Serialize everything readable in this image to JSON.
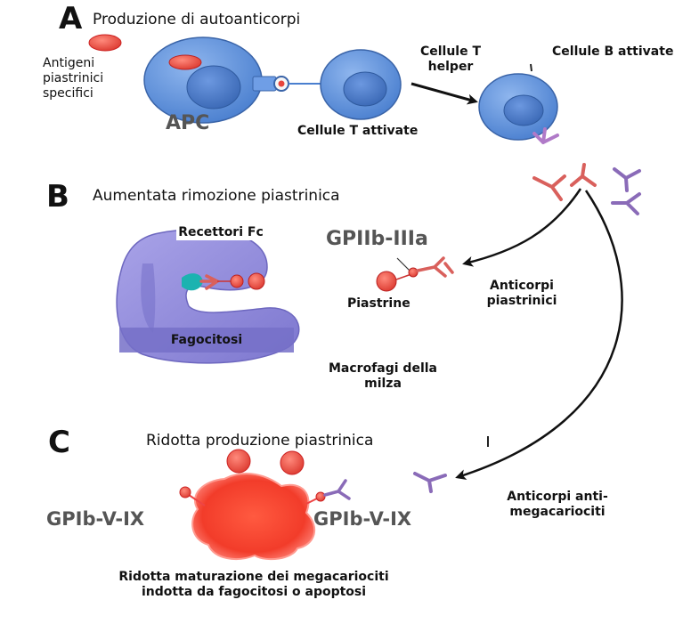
{
  "sections": {
    "a": {
      "letter": "A",
      "title": "Produzione di autoanticorpi"
    },
    "b": {
      "letter": "B",
      "title": "Aumentata rimozione piastrinica"
    },
    "c": {
      "letter": "C",
      "title": "Ridotta produzione piastrinica"
    }
  },
  "labels": {
    "antigens": "Antigeni piastrinici specifici",
    "apc": "APC",
    "t_activated": "Cellule T attivate",
    "t_helper": "Cellule T helper",
    "b_activated": "Cellule B attivate",
    "fc_receptors": "Recettori Fc",
    "gpiib": "GPIIb-IIIa",
    "platelets": "Piastrine",
    "antiplatelet_ab": "Anticorpi piastrinici",
    "phagocytosis": "Fagocitosi",
    "macrophages": "Macrofagi della milza",
    "gpib_left": "GPIb-V-IX",
    "gpib_right": "GPIb-V-IX",
    "anti_mk_ab": "Anticorpi anti-megacariociti",
    "reduced_maturation": "Ridotta maturazione dei megacariociti indotta da fagocitosi o apoptosi"
  },
  "colors": {
    "cell_blue": "#5b8fd6",
    "nucleus_blue": "#3f6fbf",
    "platelet_red": "#e8453c",
    "antibody_red": "#d9605c",
    "antibody_purple": "#8a6bb8",
    "macrophage": "#8b86d6",
    "megakaryocyte": "#f03a2a"
  }
}
